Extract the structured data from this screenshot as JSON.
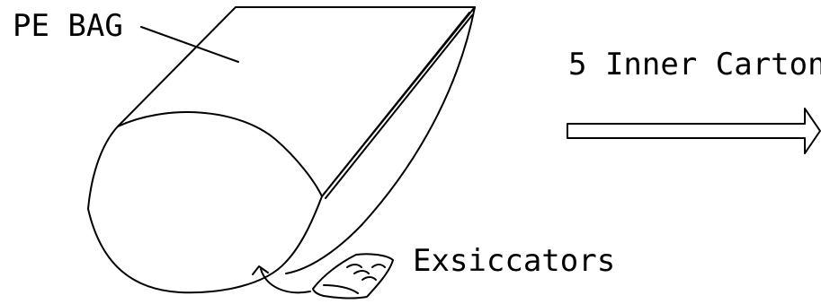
{
  "labels": {
    "pe_bag": "PE BAG",
    "inner_carton": "5 Inner Carton",
    "exsiccators": "Exsiccators"
  },
  "colors": {
    "ink": "#000000",
    "background": "#ffffff"
  },
  "icons": {
    "bag": "pe-bag-icon",
    "desiccant": "desiccant-packet-icon",
    "arrow": "right-arrow-icon"
  }
}
